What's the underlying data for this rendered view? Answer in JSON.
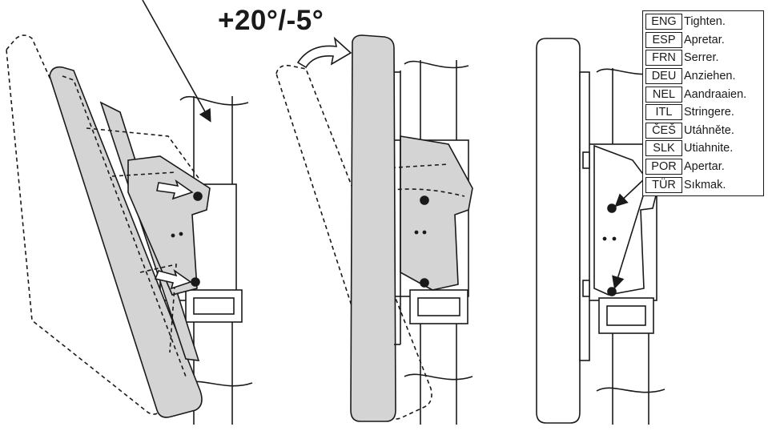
{
  "title": "+20°/-5°",
  "legend": [
    {
      "code": "ENG",
      "text": "Tighten."
    },
    {
      "code": "ESP",
      "text": "Apretar."
    },
    {
      "code": "FRN",
      "text": "Serrer."
    },
    {
      "code": "DEU",
      "text": "Anziehen."
    },
    {
      "code": "NEL",
      "text": "Aandraaien."
    },
    {
      "code": "ITL",
      "text": "Stringere."
    },
    {
      "code": "ČEŠ",
      "text": "Utáhněte."
    },
    {
      "code": "SLK",
      "text": "Utiahnite."
    },
    {
      "code": "POR",
      "text": "Apertar."
    },
    {
      "code": "TÜR",
      "text": "Sıkmak."
    }
  ],
  "colors": {
    "line": "#1a1a1a",
    "panel_fill": "#d4d4d4",
    "background": "#ffffff"
  }
}
